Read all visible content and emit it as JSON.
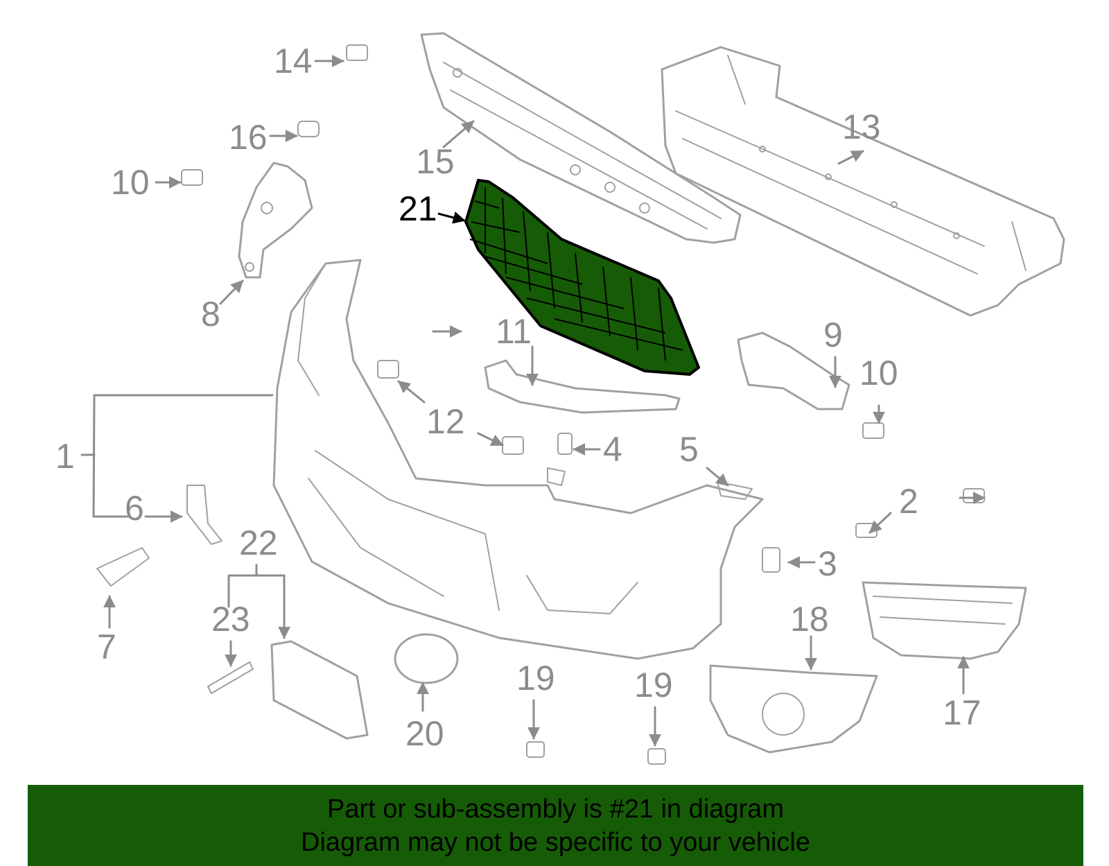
{
  "diagram": {
    "colors": {
      "line": "#a0a0a0",
      "label": "#8c8c8c",
      "highlight_fill": "#165c06",
      "highlight_stroke": "#000000"
    },
    "highlighted_part": "21",
    "callouts": {
      "c1": "1",
      "c2": "2",
      "c3": "3",
      "c4": "4",
      "c5": "5",
      "c6": "6",
      "c7": "7",
      "c8": "8",
      "c9": "9",
      "c10a": "10",
      "c10b": "10",
      "c11": "11",
      "c12": "12",
      "c13": "13",
      "c14": "14",
      "c15": "15",
      "c16": "16",
      "c17": "17",
      "c18": "18",
      "c19a": "19",
      "c19b": "19",
      "c20": "20",
      "c21": "21",
      "c22": "22",
      "c23": "23"
    }
  },
  "banner": {
    "line1": "Part or sub-assembly is #21 in diagram",
    "line2": "Diagram may not be specific to your vehicle"
  }
}
